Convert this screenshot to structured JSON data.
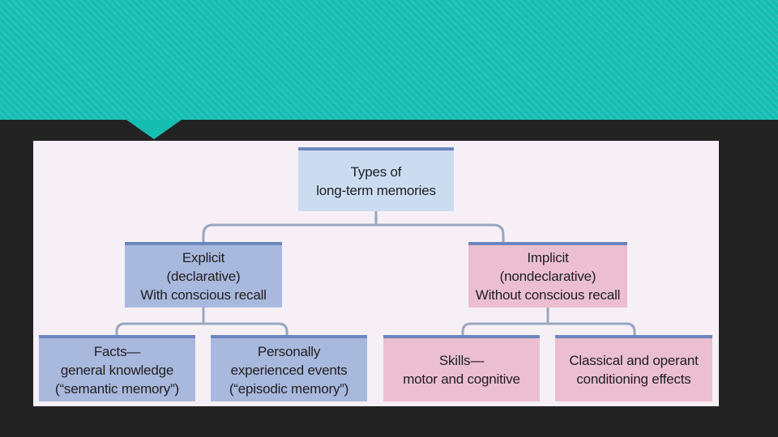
{
  "diagram": {
    "root": {
      "label": "Types of\nlong-term memories"
    },
    "explicit": {
      "label": "Explicit\n(declarative)\nWith conscious recall"
    },
    "implicit": {
      "label": "Implicit\n(nondeclarative)\nWithout conscious recall"
    },
    "facts": {
      "label": "Facts—\ngeneral knowledge\n(“semantic memory”)"
    },
    "personal": {
      "label": "Personally\nexperienced events\n(“episodic memory”)"
    },
    "skills": {
      "label": "Skills—\nmotor and cognitive"
    },
    "conditioning": {
      "label": "Classical and operant\nconditioning effects"
    }
  },
  "colors": {
    "teal_band": "#16bdb1",
    "background": "#232323",
    "panel": "#f6f0f6",
    "root_box": "#cbdcf1",
    "explicit_boxes": "#a9b8dd",
    "implicit_boxes": "#ebbfd0",
    "box_top_border": "#6b87bf",
    "connector": "#9aa6bf"
  }
}
